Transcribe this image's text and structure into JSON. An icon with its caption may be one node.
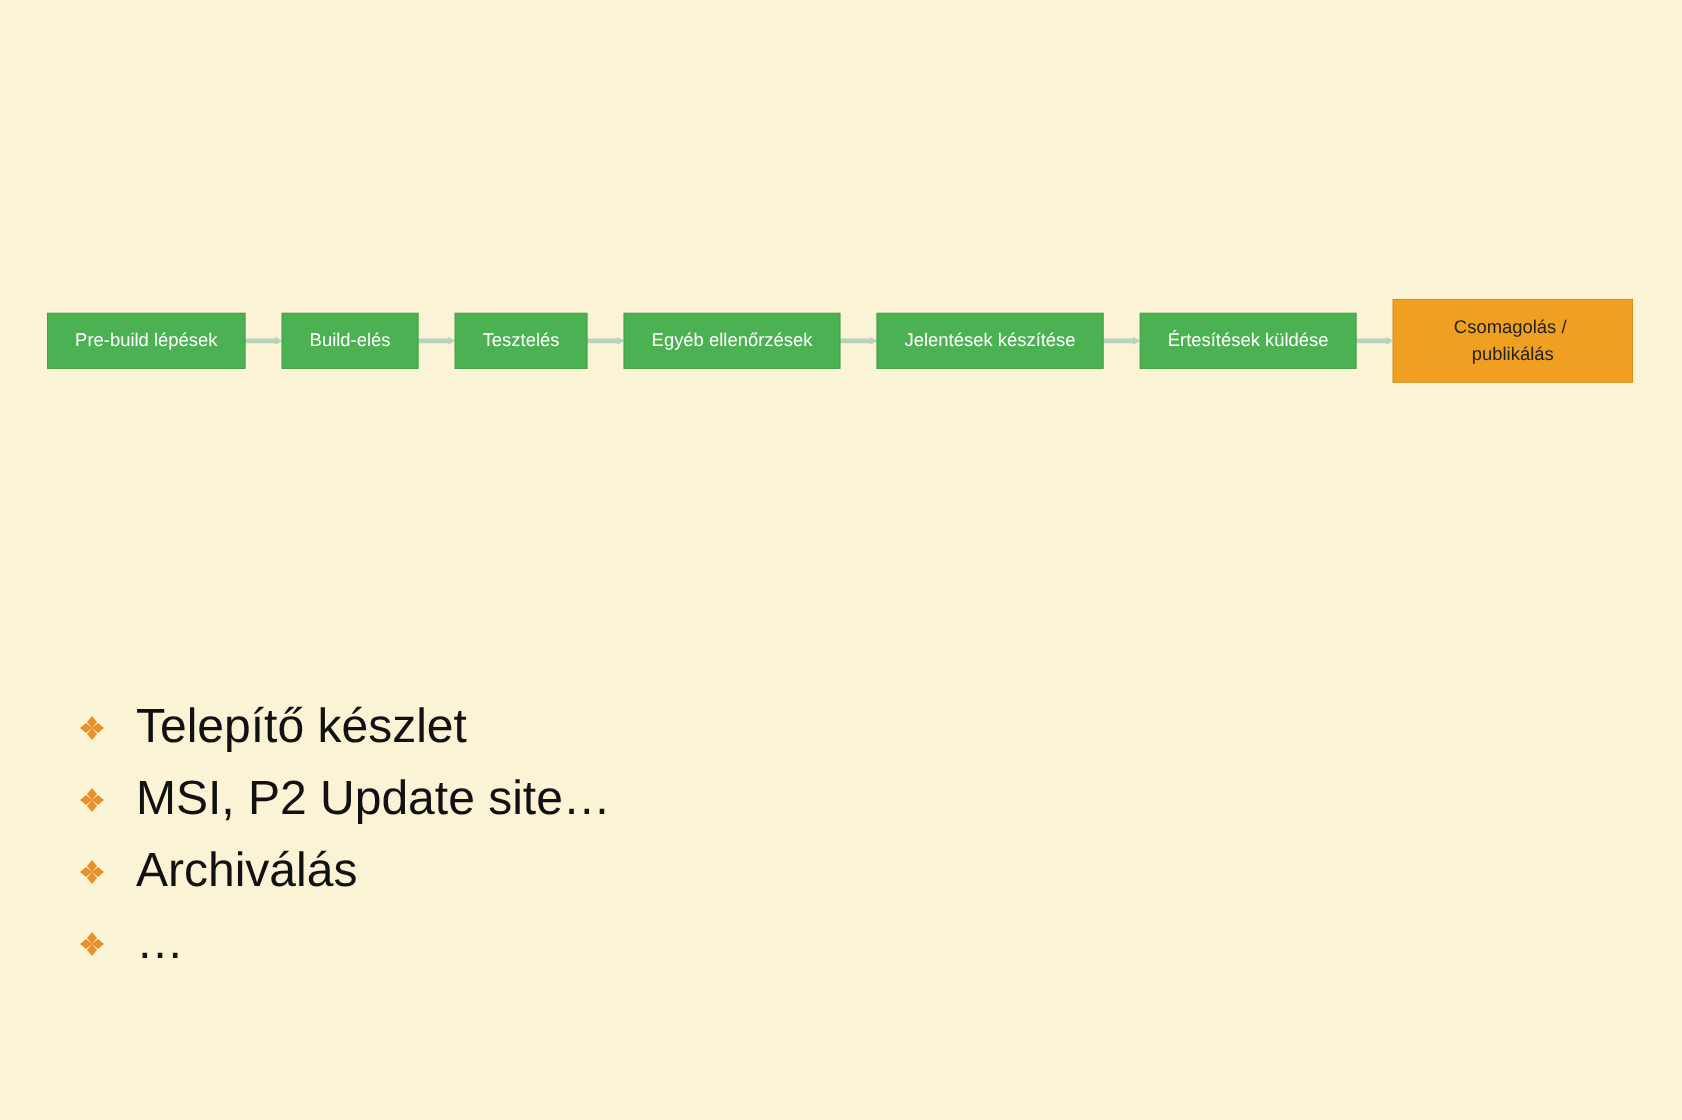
{
  "diagram": {
    "nodes": [
      {
        "text": [
          "Pre-build lépések"
        ]
      },
      {
        "text": [
          "Build-elés"
        ]
      },
      {
        "text": [
          "Tesztelés"
        ]
      },
      {
        "text": [
          "Egyéb ellenőrzések"
        ]
      },
      {
        "text": [
          "Jelentések készítése"
        ]
      },
      {
        "text": [
          "Értesítések küldése"
        ]
      },
      {
        "text": [
          "Csomagolás / publikálás"
        ]
      }
    ],
    "edges": [
      {
        "from": 0,
        "to": 1,
        "arrow": "to"
      },
      {
        "from": 1,
        "to": 2,
        "arrow": "to"
      },
      {
        "from": 2,
        "to": 3,
        "arrow": "to"
      },
      {
        "from": 3,
        "to": 4,
        "arrow": "to"
      },
      {
        "from": 4,
        "to": 5,
        "arrow": "to"
      },
      {
        "from": 5,
        "to": 6,
        "arrow": "to"
      }
    ],
    "labels": [
      "Telepítő készlet",
      "MSI, P2 Update site…",
      "Archiválás",
      "…"
    ]
  }
}
